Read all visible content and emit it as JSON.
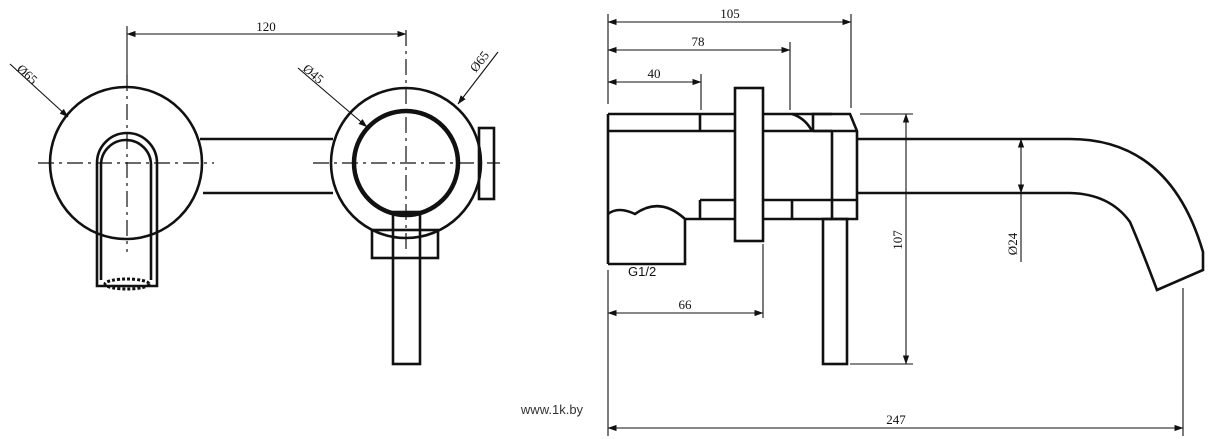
{
  "dimensions": {
    "width_120": "120",
    "dia_65_left": "Ø65",
    "dia_45": "Ø45",
    "dia_65_right": "Ø65",
    "len_105": "105",
    "len_78": "78",
    "len_40": "40",
    "len_66": "66",
    "height_107": "107",
    "dia_24": "Ø24",
    "len_247": "247"
  },
  "thread_label": "G1/2",
  "watermark": "www.1k.by",
  "colors": {
    "line": "#111111",
    "background": "#ffffff"
  }
}
